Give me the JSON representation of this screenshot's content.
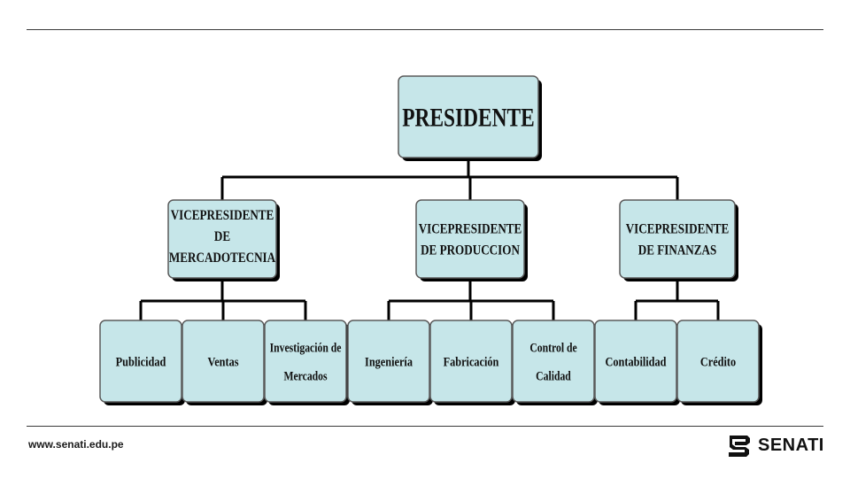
{
  "org_chart": {
    "nodes": [
      {
        "id": "presidente",
        "lines": [
          "PRESIDENTE"
        ],
        "level": 0,
        "parent": null
      },
      {
        "id": "vp-mercadotecnia",
        "lines": [
          "VICEPRESIDENTE",
          "DE",
          "MERCADOTECNIA"
        ],
        "level": 1,
        "parent": "presidente"
      },
      {
        "id": "vp-produccion",
        "lines": [
          "VICEPRESIDENTE",
          "DE PRODUCCION"
        ],
        "level": 1,
        "parent": "presidente"
      },
      {
        "id": "vp-finanzas",
        "lines": [
          "VICEPRESIDENTE",
          "DE FINANZAS"
        ],
        "level": 1,
        "parent": "presidente"
      },
      {
        "id": "publicidad",
        "lines": [
          "Publicidad"
        ],
        "level": 2,
        "parent": "vp-mercadotecnia"
      },
      {
        "id": "ventas",
        "lines": [
          "Ventas"
        ],
        "level": 2,
        "parent": "vp-mercadotecnia"
      },
      {
        "id": "investigacion",
        "lines": [
          "Investigación de",
          "Mercados"
        ],
        "level": 2,
        "parent": "vp-mercadotecnia"
      },
      {
        "id": "ingenieria",
        "lines": [
          "Ingeniería"
        ],
        "level": 2,
        "parent": "vp-produccion"
      },
      {
        "id": "fabricacion",
        "lines": [
          "Fabricación"
        ],
        "level": 2,
        "parent": "vp-produccion"
      },
      {
        "id": "control-calidad",
        "lines": [
          "Control de",
          "Calidad"
        ],
        "level": 2,
        "parent": "vp-produccion"
      },
      {
        "id": "contabilidad",
        "lines": [
          "Contabilidad"
        ],
        "level": 2,
        "parent": "vp-finanzas"
      },
      {
        "id": "credito",
        "lines": [
          "Crédito"
        ],
        "level": 2,
        "parent": "vp-finanzas"
      }
    ],
    "colors": {
      "box_fill": "#c6e6e9",
      "box_stroke": "#5a5a5a",
      "connector": "#000000",
      "shadow": "#000000"
    }
  },
  "footer": {
    "url": "www.senati.edu.pe",
    "logo_text": "SENATI"
  }
}
